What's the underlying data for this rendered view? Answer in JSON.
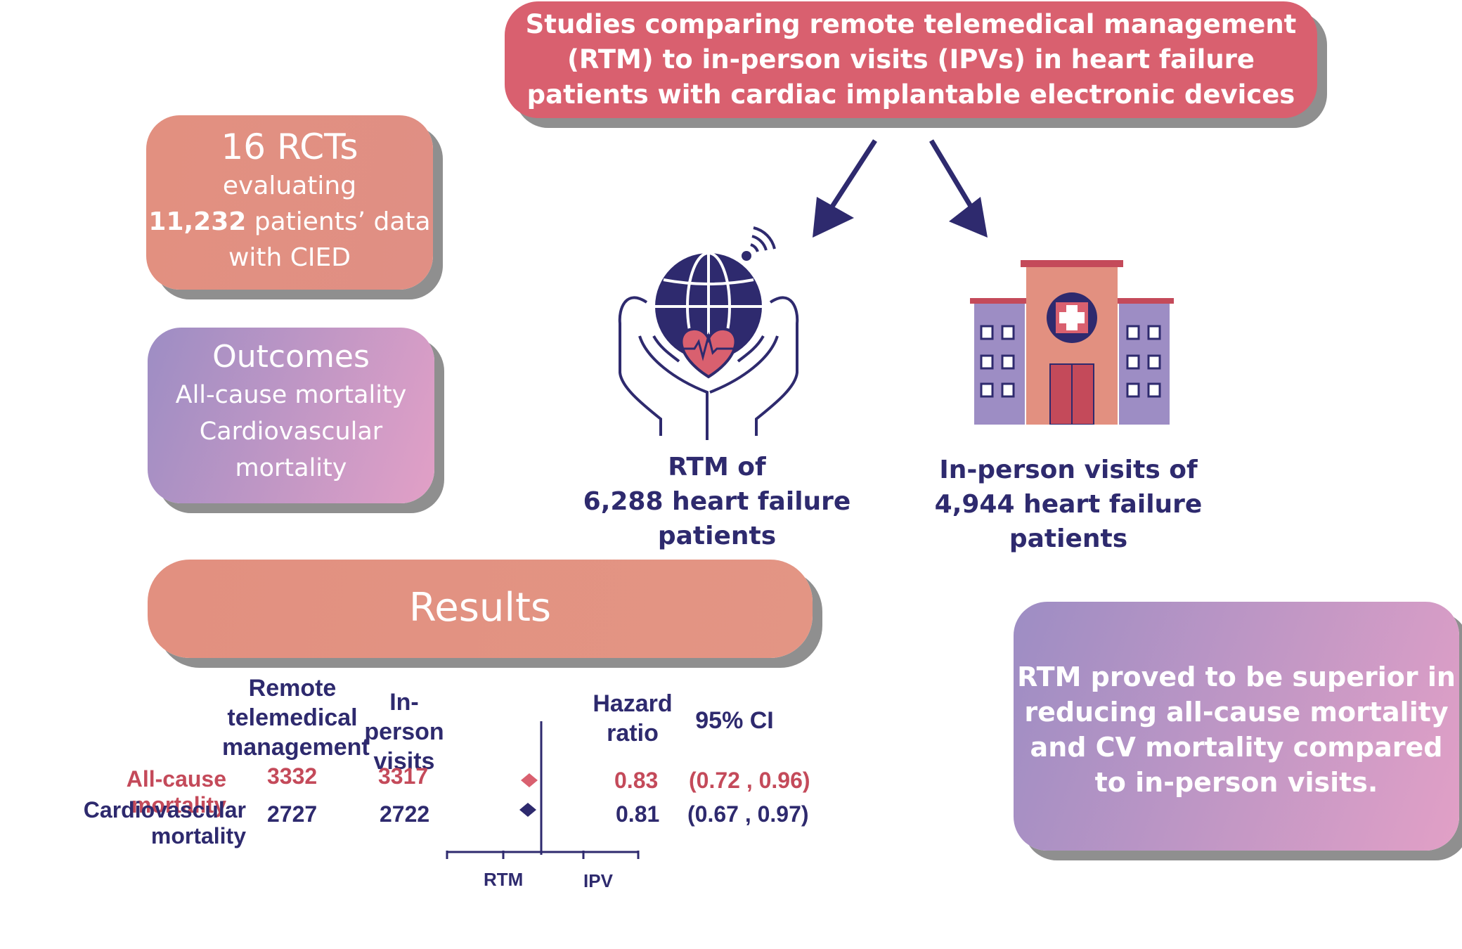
{
  "title_box": {
    "lines": [
      "Studies comparing remote telemedical management",
      "(RTM) to in-person visits (IPVs) in heart failure",
      "patients with cardiac implantable electronic devices"
    ]
  },
  "rcts_box": {
    "count": "16 RCTs",
    "line2": "evaluating",
    "patients_bold": "11,232",
    "patients_rest": " patients’ data",
    "line4": "with CIED"
  },
  "outcomes_box": {
    "title": "Outcomes",
    "line1": "All-cause mortality",
    "line2": "Cardiovascular",
    "line3": "mortality"
  },
  "rtm_group": {
    "line1": "RTM of",
    "line2": "6,288 heart failure",
    "line3": "patients"
  },
  "ipv_group": {
    "line1": "In-person visits of",
    "line2": "4,944 heart failure",
    "line3": "patients"
  },
  "results": {
    "title": "Results",
    "col_rtm": [
      "Remote",
      "telemedical",
      "management"
    ],
    "col_ipv": [
      "In-person",
      "visits"
    ],
    "col_hr": [
      "Hazard",
      "ratio"
    ],
    "col_ci": "95% CI",
    "rows": [
      {
        "label": "All-cause mortality",
        "rtm": "3332",
        "ipv": "3317",
        "hr": "0.83",
        "ci": "(0.72 , 0.96)"
      },
      {
        "label": "Cardiovascular mortality",
        "rtm": "2727",
        "ipv": "2722",
        "hr": "0.81",
        "ci": "(0.67 , 0.97)"
      }
    ],
    "axis_left": "RTM",
    "axis_right": "IPV"
  },
  "chart_data": {
    "type": "scatter",
    "categories": [
      "All-cause mortality",
      "Cardiovascular mortality"
    ],
    "values": [
      0.83,
      0.81
    ],
    "ci": [
      [
        0.72,
        0.96
      ],
      [
        0.67,
        0.97
      ]
    ],
    "reference": 1
  },
  "conclusion": {
    "lines": [
      "RTM proved to be superior in",
      "reducing all-cause mortality",
      "and CV mortality compared",
      "to in-person visits."
    ]
  },
  "colors": {
    "title_box": "#d9606f",
    "salmon": "#e29080",
    "purple_from": "#9d8dc4",
    "purple_to": "#e2a0c6",
    "navy": "#2e2a6e",
    "red_text": "#c44a5a"
  }
}
